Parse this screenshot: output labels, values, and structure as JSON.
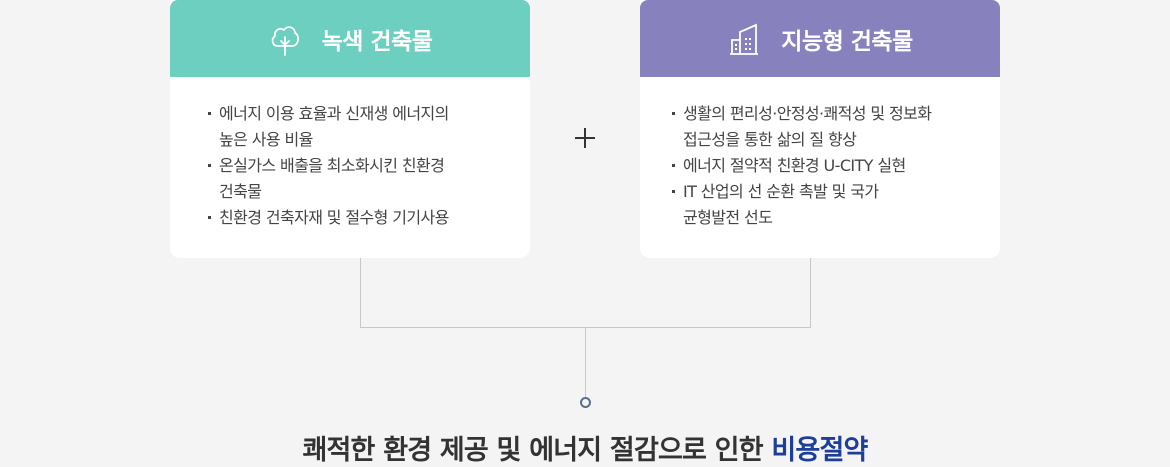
{
  "cards": [
    {
      "title": "녹색 건축물",
      "icon": "tree-icon",
      "color": "#6dcfbf",
      "items": [
        "에너지 이용 효율과 신재생 에너지의\n높은 사용 비율",
        "온실가스 배출을 최소화시킨 친환경\n건축물",
        "친환경 건축자재 및 절수형 기기사용"
      ]
    },
    {
      "title": "지능형 건축물",
      "icon": "building-icon",
      "color": "#8782be",
      "items": [
        "생활의 편리성·안정성·쾌적성 및 정보화\n접근성을 통한 삶의 질 향상",
        "에너지 절약적 친환경 U-CITY 실현",
        "IT 산업의 선 순환 촉발 및 국가\n균형발전 선도"
      ]
    }
  ],
  "operator": "+",
  "result": {
    "text": "쾌적한 환경 제공 및 에너지 절감으로 인한 ",
    "highlight": "비용절약",
    "highlight_color": "#1e3f99"
  }
}
